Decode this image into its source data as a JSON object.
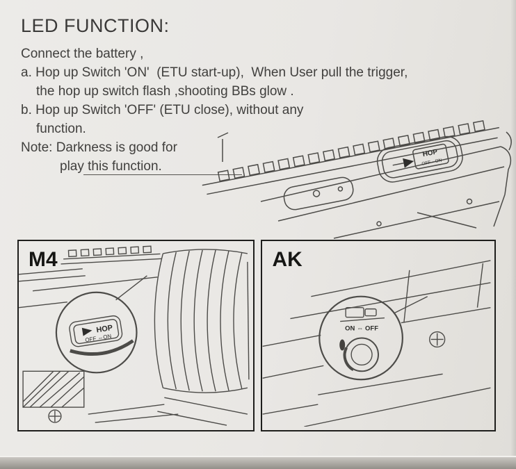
{
  "document": {
    "title": "LED FUNCTION:",
    "intro": "Connect the battery ,",
    "item_a_line1": "a. Hop up Switch 'ON'  (ETU start-up),  When User pull the trigger,",
    "item_a_line2": "the hop up switch flash ,shooting BBs glow .",
    "item_b_line1": "b. Hop up Switch 'OFF' (ETU close), without any",
    "item_b_line2": "function.",
    "note_line1": "Note: Darkness is good for",
    "note_line2": "play this function."
  },
  "top_diagram": {
    "switch_label": "HOP",
    "switch_positions": "OFF⇔ON"
  },
  "m4_panel": {
    "label": "M4",
    "switch_label": "HOP",
    "switch_positions": "OFF ⇔ON"
  },
  "ak_panel": {
    "label": "AK",
    "switch_positions": "ON ⇔ OFF"
  }
}
